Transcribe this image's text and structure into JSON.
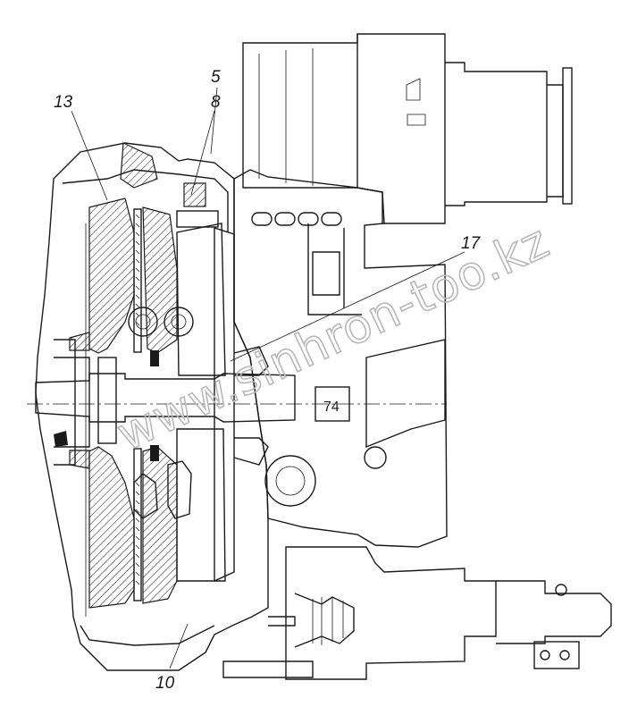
{
  "callouts": {
    "c13": "13",
    "c5": "5",
    "c8": "8",
    "c17": "17",
    "c10": "10"
  },
  "plate_text": "74",
  "watermark": "www.sinhron-too.kz"
}
